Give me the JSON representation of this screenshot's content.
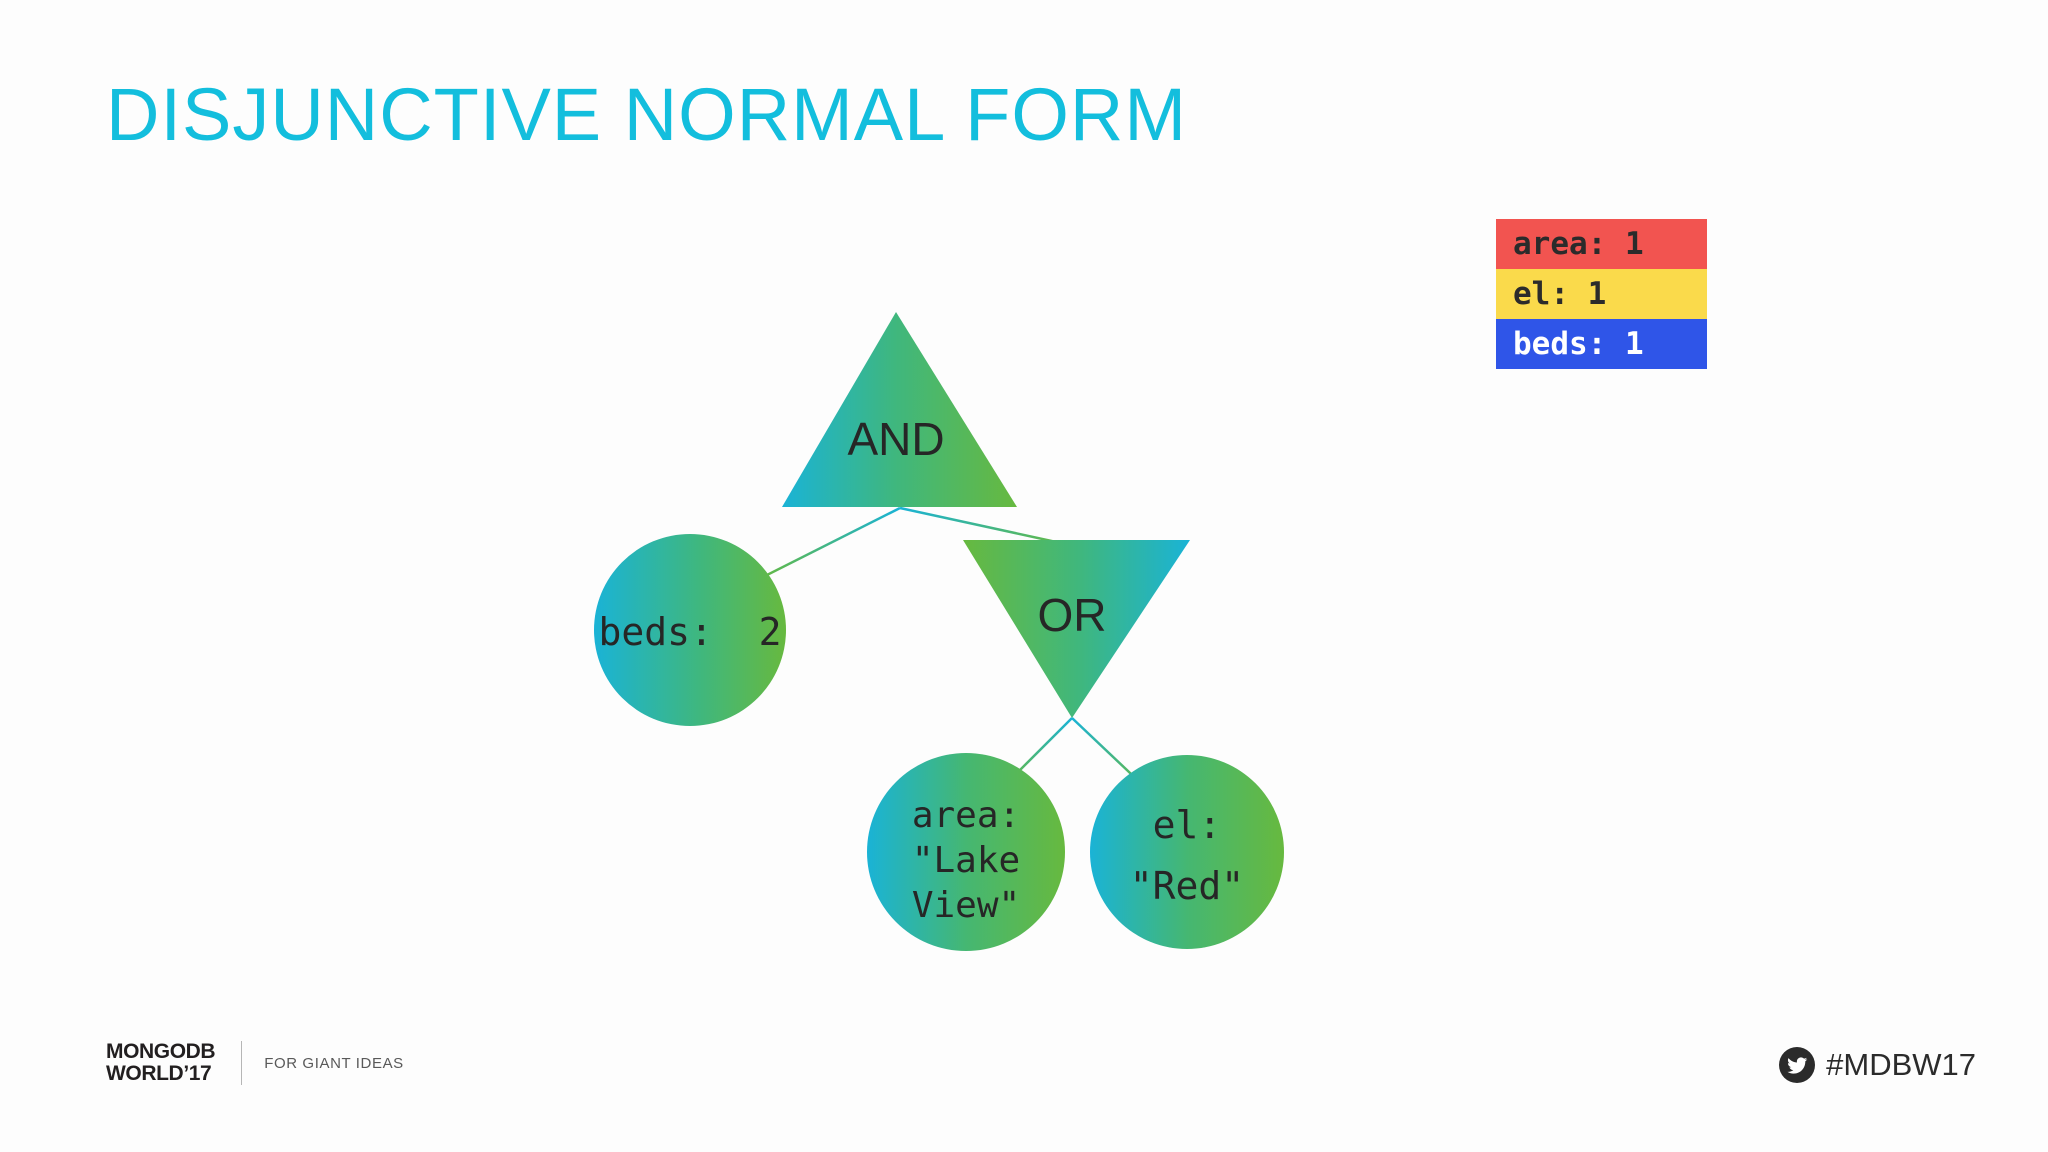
{
  "slide": {
    "title": "DISJUNCTIVE NORMAL FORM",
    "title_color": "#13bedd",
    "background": "#fdfdfd"
  },
  "legend": {
    "items": [
      {
        "label": "area: 1",
        "background": "#f25450",
        "text_color": "#2b2b2b"
      },
      {
        "label": "el: 1",
        "background": "#fada4b",
        "text_color": "#2b2b2b"
      },
      {
        "label": "beds: 1",
        "background": "#2f55e8",
        "text_color": "#ffffff"
      }
    ]
  },
  "tree": {
    "gradient_from": "#19b5d8",
    "gradient_to": "#63b843",
    "edge_color_from": "#19b5d8",
    "edge_color_to": "#63b843",
    "node_text_color": "#262626",
    "nodes": [
      {
        "id": "and",
        "type": "triangle-up",
        "label": "AND"
      },
      {
        "id": "or",
        "type": "triangle-down",
        "label": "OR"
      },
      {
        "id": "beds",
        "type": "circle",
        "lines": [
          "beds:  2"
        ]
      },
      {
        "id": "area",
        "type": "circle",
        "lines": [
          "area:",
          "\"Lake",
          "View\""
        ]
      },
      {
        "id": "el",
        "type": "circle",
        "lines": [
          "el:",
          "\"Red\""
        ]
      }
    ],
    "edges": [
      {
        "from": "and",
        "to": "beds"
      },
      {
        "from": "and",
        "to": "or"
      },
      {
        "from": "or",
        "to": "area"
      },
      {
        "from": "or",
        "to": "el"
      }
    ]
  },
  "footer": {
    "logo_line1": "MONGODB",
    "logo_line2": "WORLD’17",
    "tagline": "FOR GIANT IDEAS",
    "hashtag": "#MDBW17",
    "social_icon": "twitter-icon"
  }
}
